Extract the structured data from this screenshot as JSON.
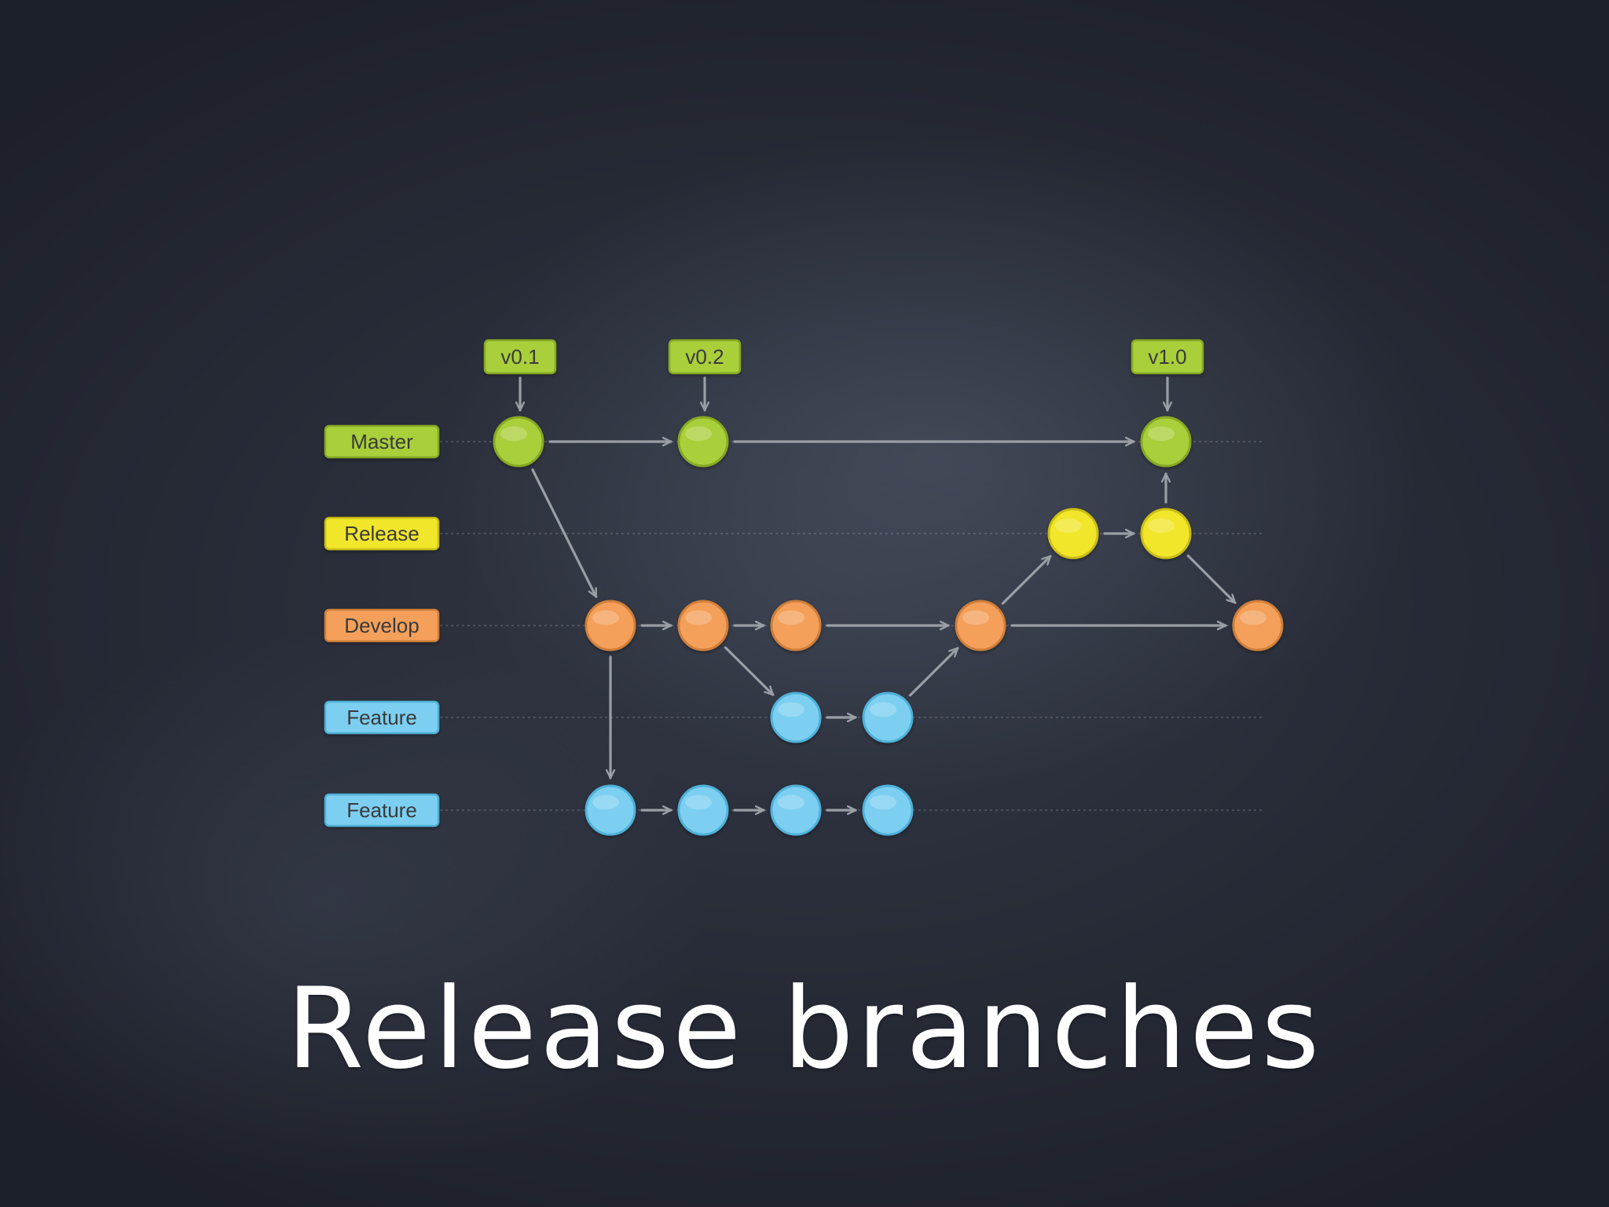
{
  "slide": {
    "title": "Release branches"
  },
  "diagram": {
    "lanes": [
      {
        "id": "master",
        "label": "Master",
        "color": "#a9cf3a",
        "stroke": "#86a824"
      },
      {
        "id": "release",
        "label": "Release",
        "color": "#f1e62c",
        "stroke": "#c9bd13"
      },
      {
        "id": "develop",
        "label": "Develop",
        "color": "#f4a05a",
        "stroke": "#d07f3a"
      },
      {
        "id": "feature1",
        "label": "Feature",
        "color": "#7ccff0",
        "stroke": "#4fb0d8"
      },
      {
        "id": "feature2",
        "label": "Feature",
        "color": "#7ccff0",
        "stroke": "#4fb0d8"
      }
    ],
    "tags": [
      {
        "label": "v0.1",
        "commit": "m1"
      },
      {
        "label": "v0.2",
        "commit": "m2"
      },
      {
        "label": "v1.0",
        "commit": "m3"
      }
    ],
    "commits": [
      {
        "id": "m1",
        "lane": "master",
        "col": 0
      },
      {
        "id": "m2",
        "lane": "master",
        "col": 2
      },
      {
        "id": "m3",
        "lane": "master",
        "col": 7
      },
      {
        "id": "r1",
        "lane": "release",
        "col": 6
      },
      {
        "id": "r2",
        "lane": "release",
        "col": 7
      },
      {
        "id": "d1",
        "lane": "develop",
        "col": 1
      },
      {
        "id": "d2",
        "lane": "develop",
        "col": 2
      },
      {
        "id": "d3",
        "lane": "develop",
        "col": 3
      },
      {
        "id": "d4",
        "lane": "develop",
        "col": 5
      },
      {
        "id": "d5",
        "lane": "develop",
        "col": 8
      },
      {
        "id": "f1a",
        "lane": "feature1",
        "col": 3
      },
      {
        "id": "f1b",
        "lane": "feature1",
        "col": 4
      },
      {
        "id": "f2a",
        "lane": "feature2",
        "col": 1
      },
      {
        "id": "f2b",
        "lane": "feature2",
        "col": 2
      },
      {
        "id": "f2c",
        "lane": "feature2",
        "col": 3
      },
      {
        "id": "f2d",
        "lane": "feature2",
        "col": 4
      }
    ],
    "edges": [
      [
        "m1",
        "m2"
      ],
      [
        "m2",
        "m3"
      ],
      [
        "m1",
        "d1"
      ],
      [
        "d1",
        "d2"
      ],
      [
        "d2",
        "d3"
      ],
      [
        "d3",
        "d4"
      ],
      [
        "d4",
        "d5"
      ],
      [
        "d2",
        "f1a"
      ],
      [
        "f1a",
        "f1b"
      ],
      [
        "f1b",
        "d4"
      ],
      [
        "d1",
        "f2a"
      ],
      [
        "f2a",
        "f2b"
      ],
      [
        "f2b",
        "f2c"
      ],
      [
        "f2c",
        "f2d"
      ],
      [
        "d4",
        "r1"
      ],
      [
        "r1",
        "r2"
      ],
      [
        "r2",
        "m3"
      ],
      [
        "r2",
        "d5"
      ]
    ]
  }
}
